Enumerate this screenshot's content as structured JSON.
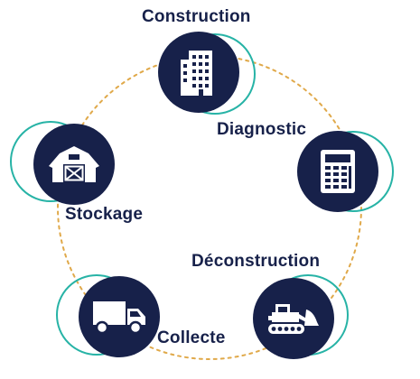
{
  "diagram": {
    "colors": {
      "node_fill": "#17214a",
      "halo": "#27b3a6",
      "cycle_line": "#e0a94a",
      "label": "#17214a",
      "icon": "#ffffff"
    },
    "stages": [
      {
        "key": "construction",
        "label": "Construction",
        "icon": "building-icon"
      },
      {
        "key": "diagnostic",
        "label": "Diagnostic",
        "icon": "calculator-icon"
      },
      {
        "key": "deconstruction",
        "label": "Déconstruction",
        "icon": "bulldozer-icon"
      },
      {
        "key": "collecte",
        "label": "Collecte",
        "icon": "truck-icon"
      },
      {
        "key": "stockage",
        "label": "Stockage",
        "icon": "barn-icon"
      }
    ]
  }
}
